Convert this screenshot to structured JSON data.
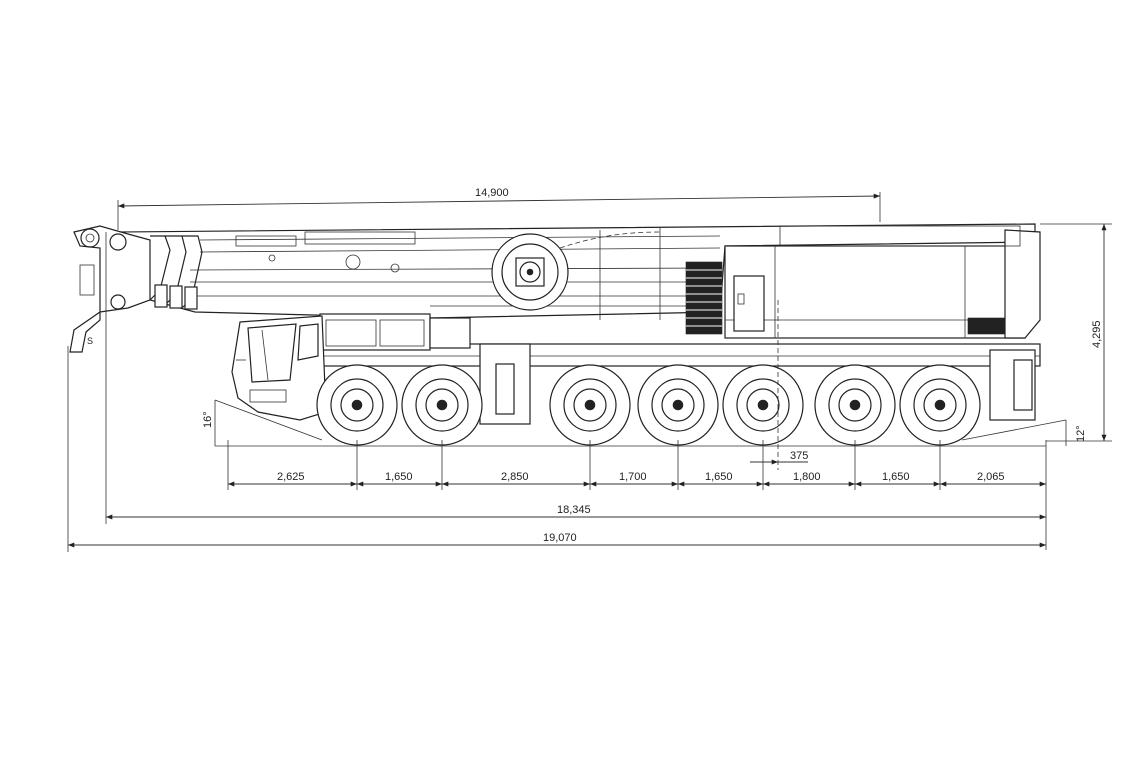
{
  "dimensions": {
    "boom_length": "14,900",
    "height": "4,295",
    "axle_spacings": [
      "2,625",
      "1,650",
      "2,850",
      "1,700",
      "1,650",
      "1,800",
      "1,650",
      "2,065"
    ],
    "offset": "375",
    "wheelbase_total": "18,345",
    "overall_length": "19,070",
    "approach_angle": "16°",
    "departure_angle": "12°"
  },
  "wheels": {
    "count": 7
  },
  "colors": {
    "line": "#222222",
    "background": "#ffffff"
  }
}
